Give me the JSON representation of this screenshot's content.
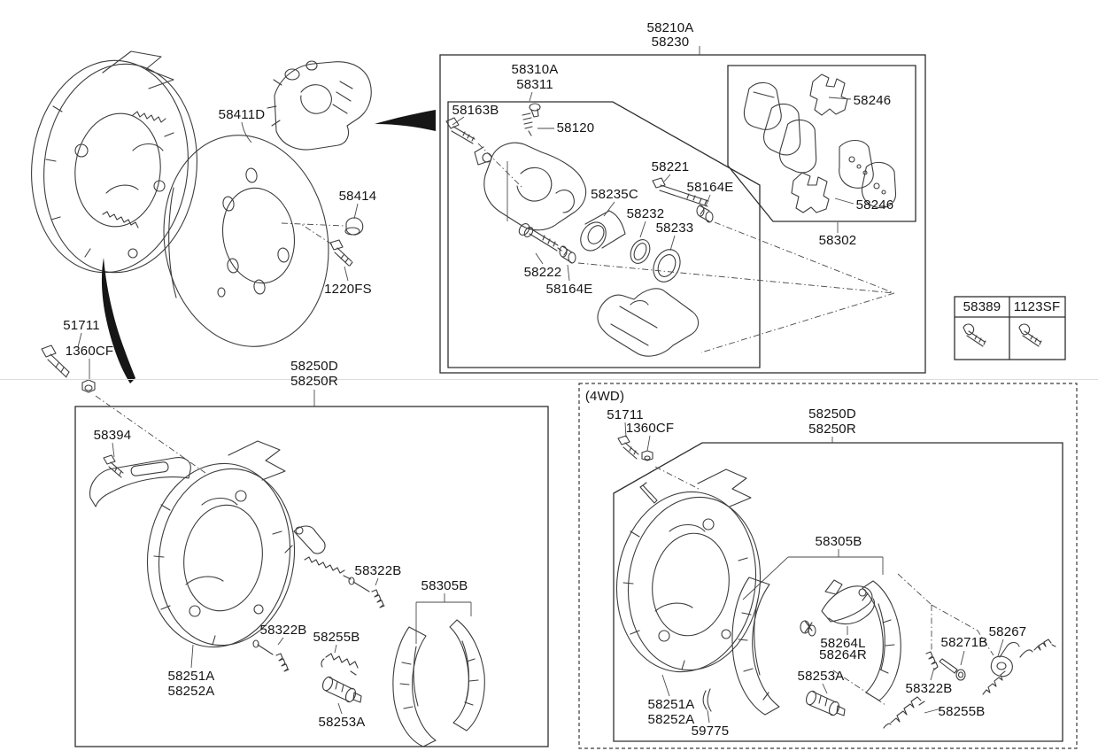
{
  "meta": {
    "doc_type": "parts-catalog-exploded-diagram",
    "subject": "rear brake / parking brake assembly",
    "style": "monochrome line art with part-number callouts"
  },
  "colors": {
    "background": "#ffffff",
    "line_art": "#3d3d3d",
    "label_text": "#141414",
    "arrow_fill": "#161616"
  },
  "axle_view": {
    "rotor": "58411D",
    "grease_cap": "58414",
    "hub_bolt": "1220FS",
    "mount_bolt": "51711",
    "mount_nut": "1360CF"
  },
  "caliper_box": {
    "assembly": [
      "58210A",
      "58230"
    ],
    "sub_assembly": [
      "58310A",
      "58311"
    ],
    "mount_bolt": "58163B",
    "bleeder_screw": "58120",
    "upper_guide_rod": "58221",
    "upper_bushing": "58164E",
    "piston": "58235C",
    "piston_seal": "58232",
    "piston_boot": "58233",
    "lower_guide_rod": "58222",
    "lower_bushing": "58164E"
  },
  "pad_box": {
    "clip_top": "58246",
    "clip_bottom": "58246",
    "pad_kit": "58302"
  },
  "hardware_table": {
    "columns": [
      "58389",
      "1123SF"
    ],
    "icon": "hex-bolt"
  },
  "shoe_box_2wd": {
    "plate_kit": [
      "58250D",
      "58250R"
    ],
    "cable_bracket": "58394",
    "holddown_upper": "58322B",
    "shoe_kit": "58305B",
    "holddown_lower": "58322B",
    "return_spring": "58255B",
    "plate_assembly": [
      "58251A",
      "58252A"
    ],
    "adjuster": "58253A"
  },
  "shoe_box_4wd": {
    "tag": "(4WD)",
    "mount_bolt": "51711",
    "mount_nut": "1360CF",
    "plate_kit": [
      "58250D",
      "58250R"
    ],
    "shoe_kit": "58305B",
    "lever": [
      "58264L",
      "58264R"
    ],
    "adjuster": "58253A",
    "plate_assembly": [
      "58251A",
      "58252A"
    ],
    "shoe_clip": "59775",
    "holddown": "58322B",
    "return_spring": "58255B",
    "strut_pin": "58271B",
    "adjuster_lever_spring": "58267"
  }
}
